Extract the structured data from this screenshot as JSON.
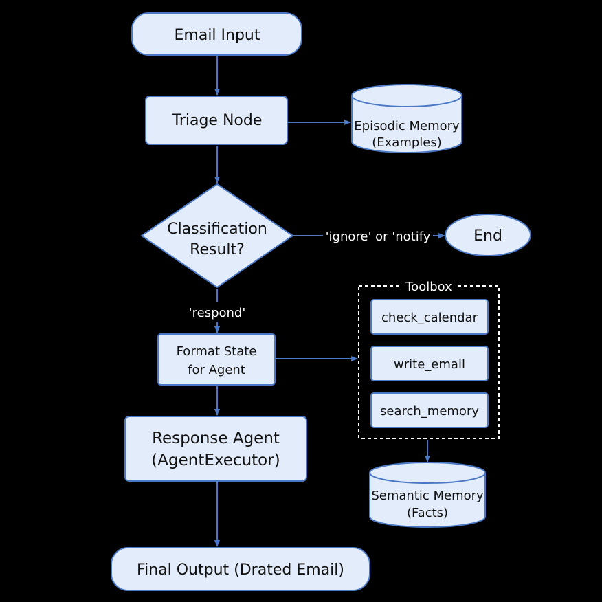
{
  "colors": {
    "background": "#000000",
    "node_fill": "#e3ecfa",
    "node_stroke": "#4a78c4",
    "connector": "#4a78c4",
    "toolbox_border": "#ffffff",
    "text_dark": "#111111",
    "text_light": "#ffffff"
  },
  "nodes": {
    "email_input": "Email Input",
    "triage_node": "Triage Node",
    "episodic_memory": {
      "line1": "Episodic Memory",
      "line2": "(Examples)"
    },
    "classification": {
      "line1": "Classification",
      "line2": "Result?"
    },
    "end": "End",
    "format_state": {
      "line1": "Format State",
      "line2": "for Agent"
    },
    "response_agent": {
      "line1": "Response Agent",
      "line2": "(AgentExecutor)"
    },
    "semantic_memory": {
      "line1": "Semantic Memory",
      "line2": "(Facts)"
    },
    "final_output": "Final Output (Drated Email)"
  },
  "toolbox": {
    "title": "Toolbox",
    "tools": [
      "check_calendar",
      "write_email",
      "search_memory"
    ]
  },
  "edge_labels": {
    "ignore_notify": "'ignore' or 'notify",
    "respond": "'respond'"
  }
}
